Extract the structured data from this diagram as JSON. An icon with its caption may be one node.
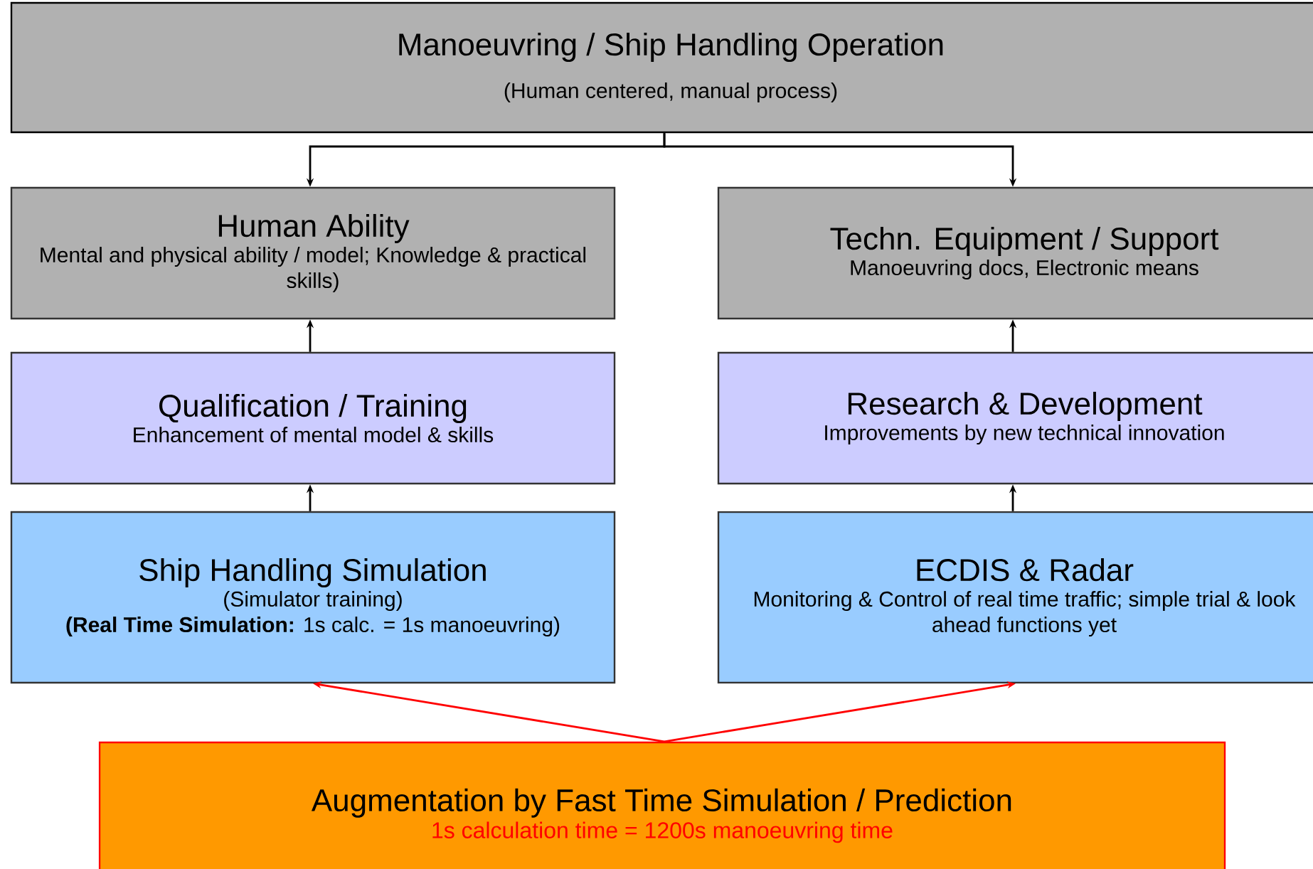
{
  "diagram": {
    "nodes": [
      {
        "text": [
          "Manoeuvring / Ship Handling Operation",
          "(Human centered, manual process)"
        ]
      },
      {
        "text": [
          "Human Ability",
          "Mental and physical ability / model; Knowledge & practical skills)"
        ]
      },
      {
        "text": [
          "Techn. Equipment / Support",
          "Manoeuvring docs, Electronic means"
        ]
      },
      {
        "text": [
          "Qualification / Training",
          "Enhancement of mental model & skills"
        ]
      },
      {
        "text": [
          "Research & Development",
          "Improvements by new technical innovation"
        ]
      },
      {
        "text": [
          "Ship Handling Simulation",
          "(Simulator training)",
          "**(Real Time Simulation:** 1s calc. = 1s manoeuvring)"
        ]
      },
      {
        "text": [
          "ECDIS & Radar",
          "Monitoring & Control of real time traffic; simple trial & look ahead functions yet"
        ]
      },
      {
        "text": [
          "Augmentation by Fast Time Simulation / Prediction",
          "1s calculation time = 1200s manoeuvring time"
        ]
      }
    ],
    "edges": [
      {
        "from": 0,
        "to": 1,
        "arrow": "to"
      },
      {
        "from": 0,
        "to": 2,
        "arrow": "to"
      },
      {
        "from": 3,
        "to": 1,
        "arrow": "to"
      },
      {
        "from": 4,
        "to": 2,
        "arrow": "to"
      },
      {
        "from": 5,
        "to": 3,
        "arrow": "to"
      },
      {
        "from": 6,
        "to": 4,
        "arrow": "to"
      },
      {
        "from": 7,
        "to": 5,
        "arrow": "to",
        "color": "#ff0000"
      },
      {
        "from": 7,
        "to": 6,
        "arrow": "to",
        "color": "#ff0000"
      }
    ]
  }
}
